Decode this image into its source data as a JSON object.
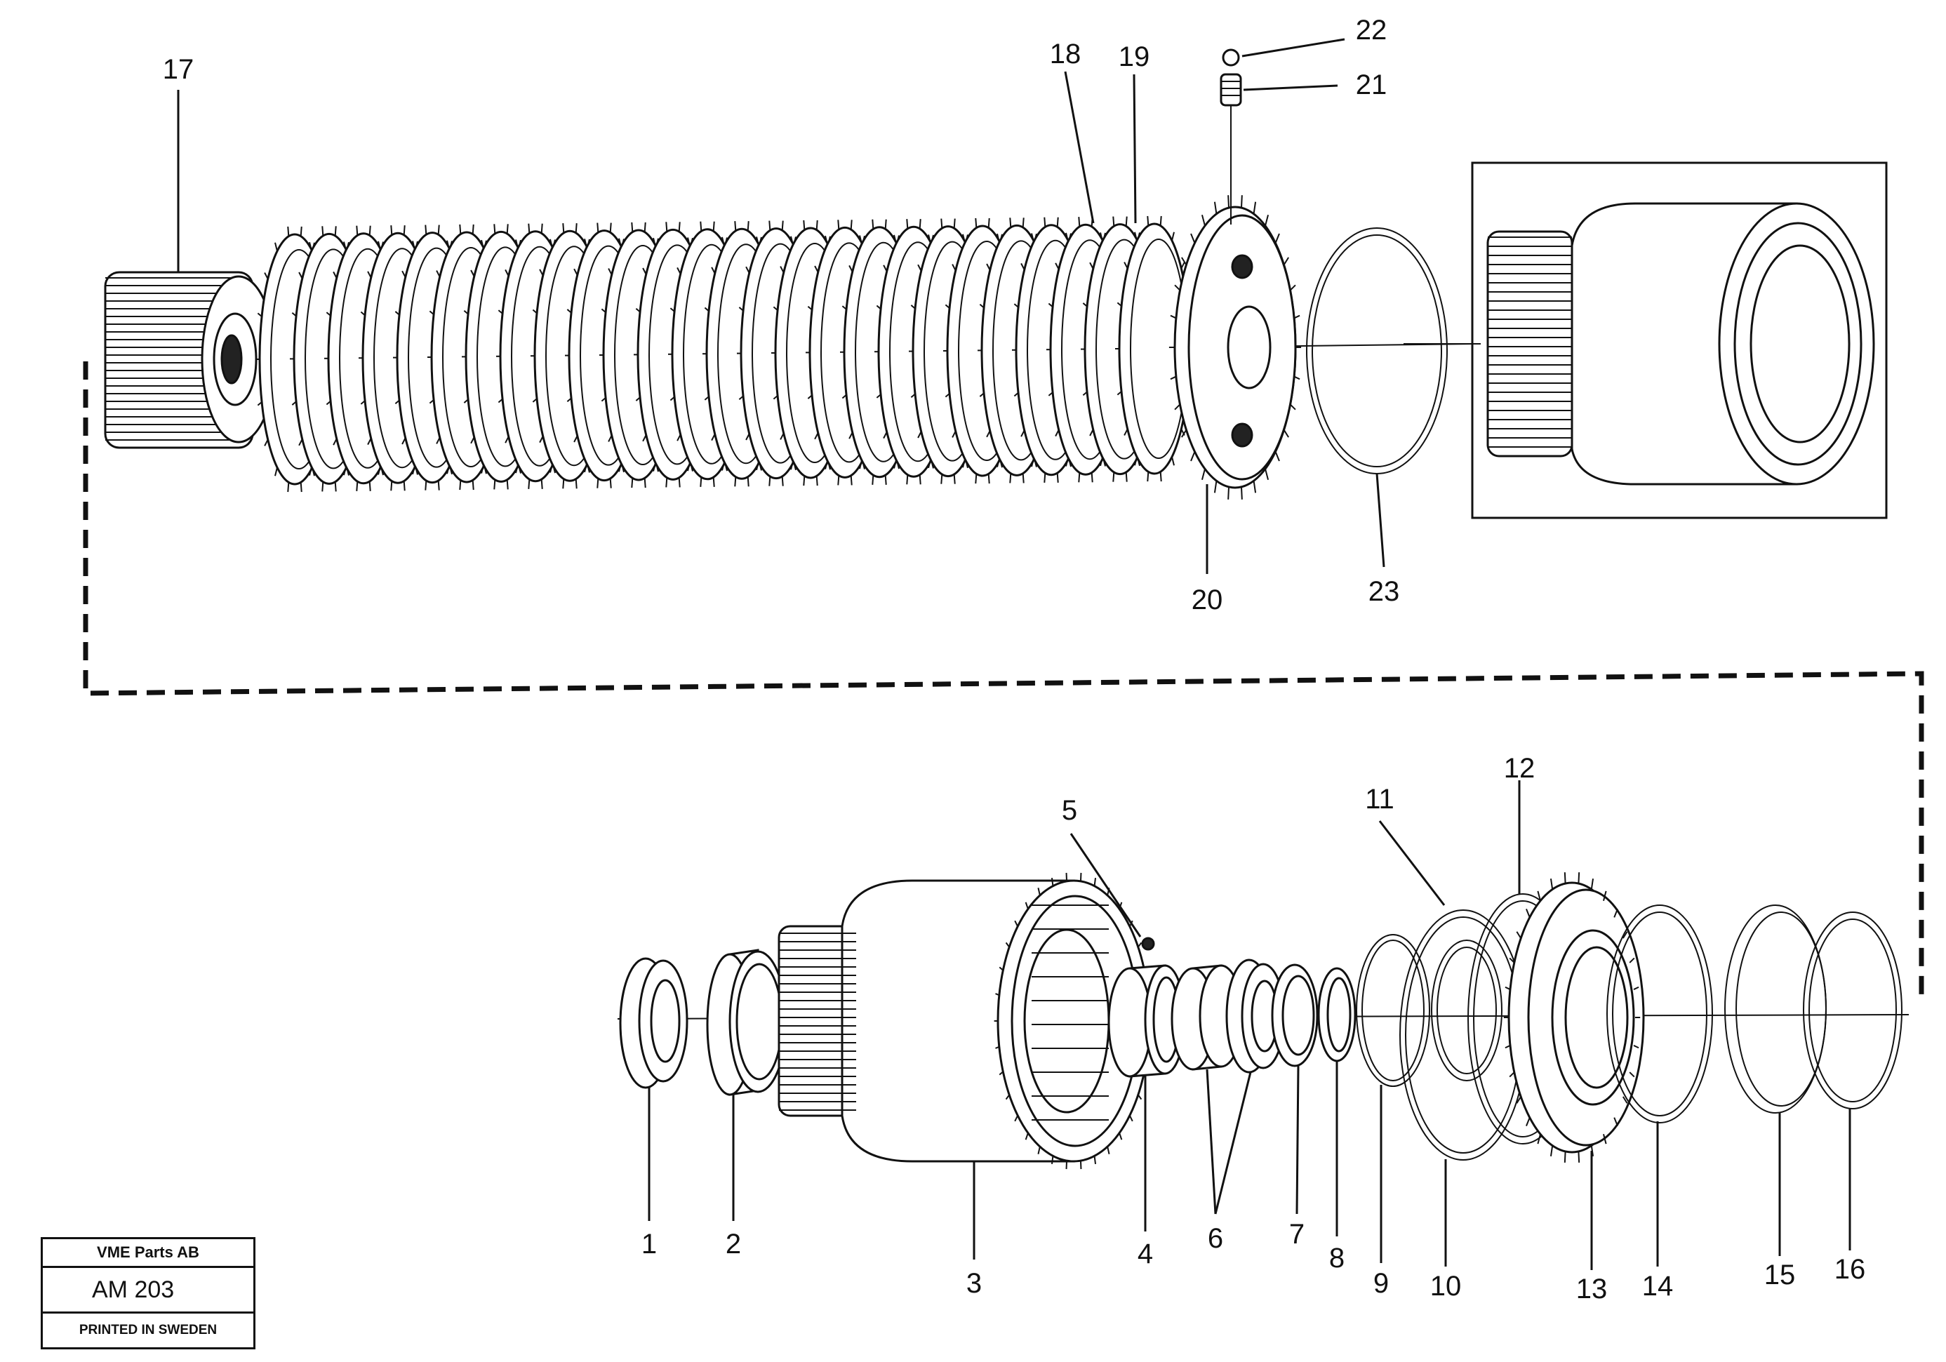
{
  "diagram": {
    "part_numbers": [
      "1",
      "2",
      "3",
      "4",
      "5",
      "6",
      "7",
      "8",
      "9",
      "10",
      "11",
      "12",
      "13",
      "14",
      "15",
      "16",
      "17",
      "18",
      "19",
      "20",
      "21",
      "22",
      "23"
    ]
  },
  "title_block": {
    "company": "VME Parts AB",
    "drawing_number": "AM 203",
    "printed": "PRINTED IN SWEDEN"
  }
}
